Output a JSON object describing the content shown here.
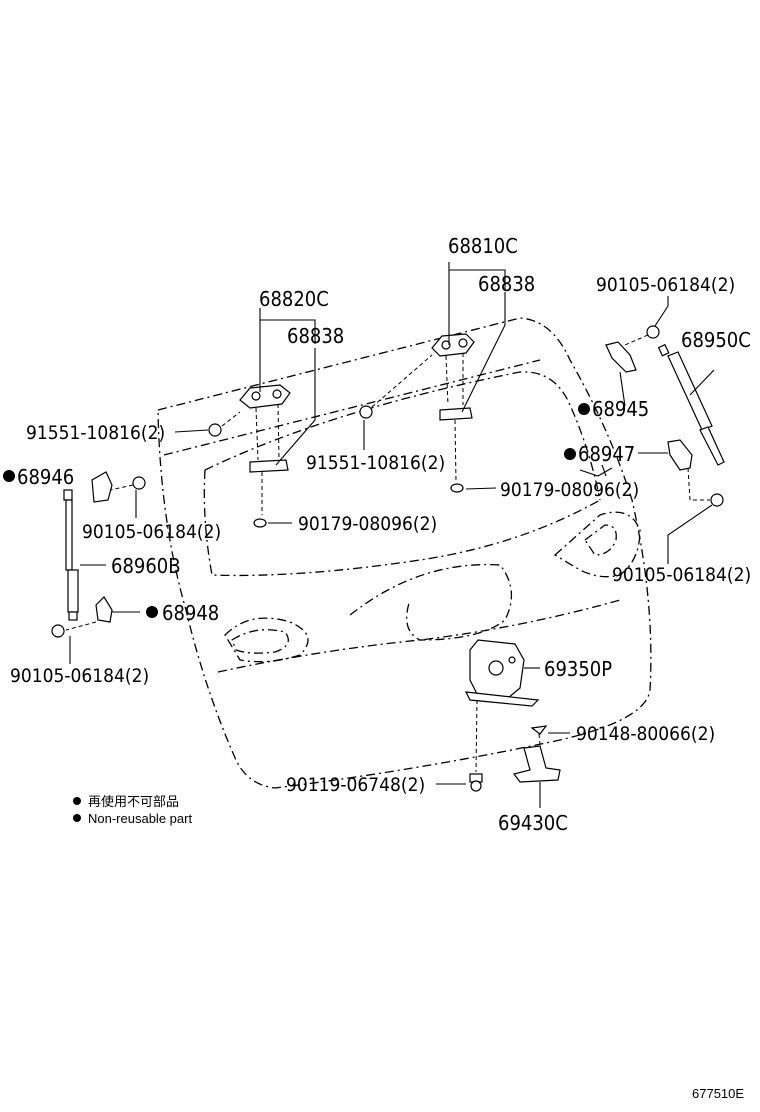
{
  "labels": {
    "p68810C": "68810C",
    "p68838_right": "68838",
    "p68820C": "68820C",
    "p68838_left": "68838",
    "p90105_top": "90105-06184(2)",
    "p68950C": "68950C",
    "p68945": "68945",
    "p68947": "68947",
    "p91551_left": "91551-10816(2)",
    "p91551_mid": "91551-10816(2)",
    "p68946": "68946",
    "p90179_right": "90179-08096(2)",
    "p90105_leftupper": "90105-06184(2)",
    "p90179_left": "90179-08096(2)",
    "p90105_right": "90105-06184(2)",
    "p68960B": "68960B",
    "p68948": "68948",
    "p69350P": "69350P",
    "p90105_leftlower": "90105-06184(2)",
    "p90148": "90148-80066(2)",
    "p90119": "90119-06748(2)",
    "p69430C": "69430C"
  },
  "legend": {
    "line1": "再使用不可部品",
    "line2": "Non-reusable part"
  },
  "diagram_code": "677510E"
}
